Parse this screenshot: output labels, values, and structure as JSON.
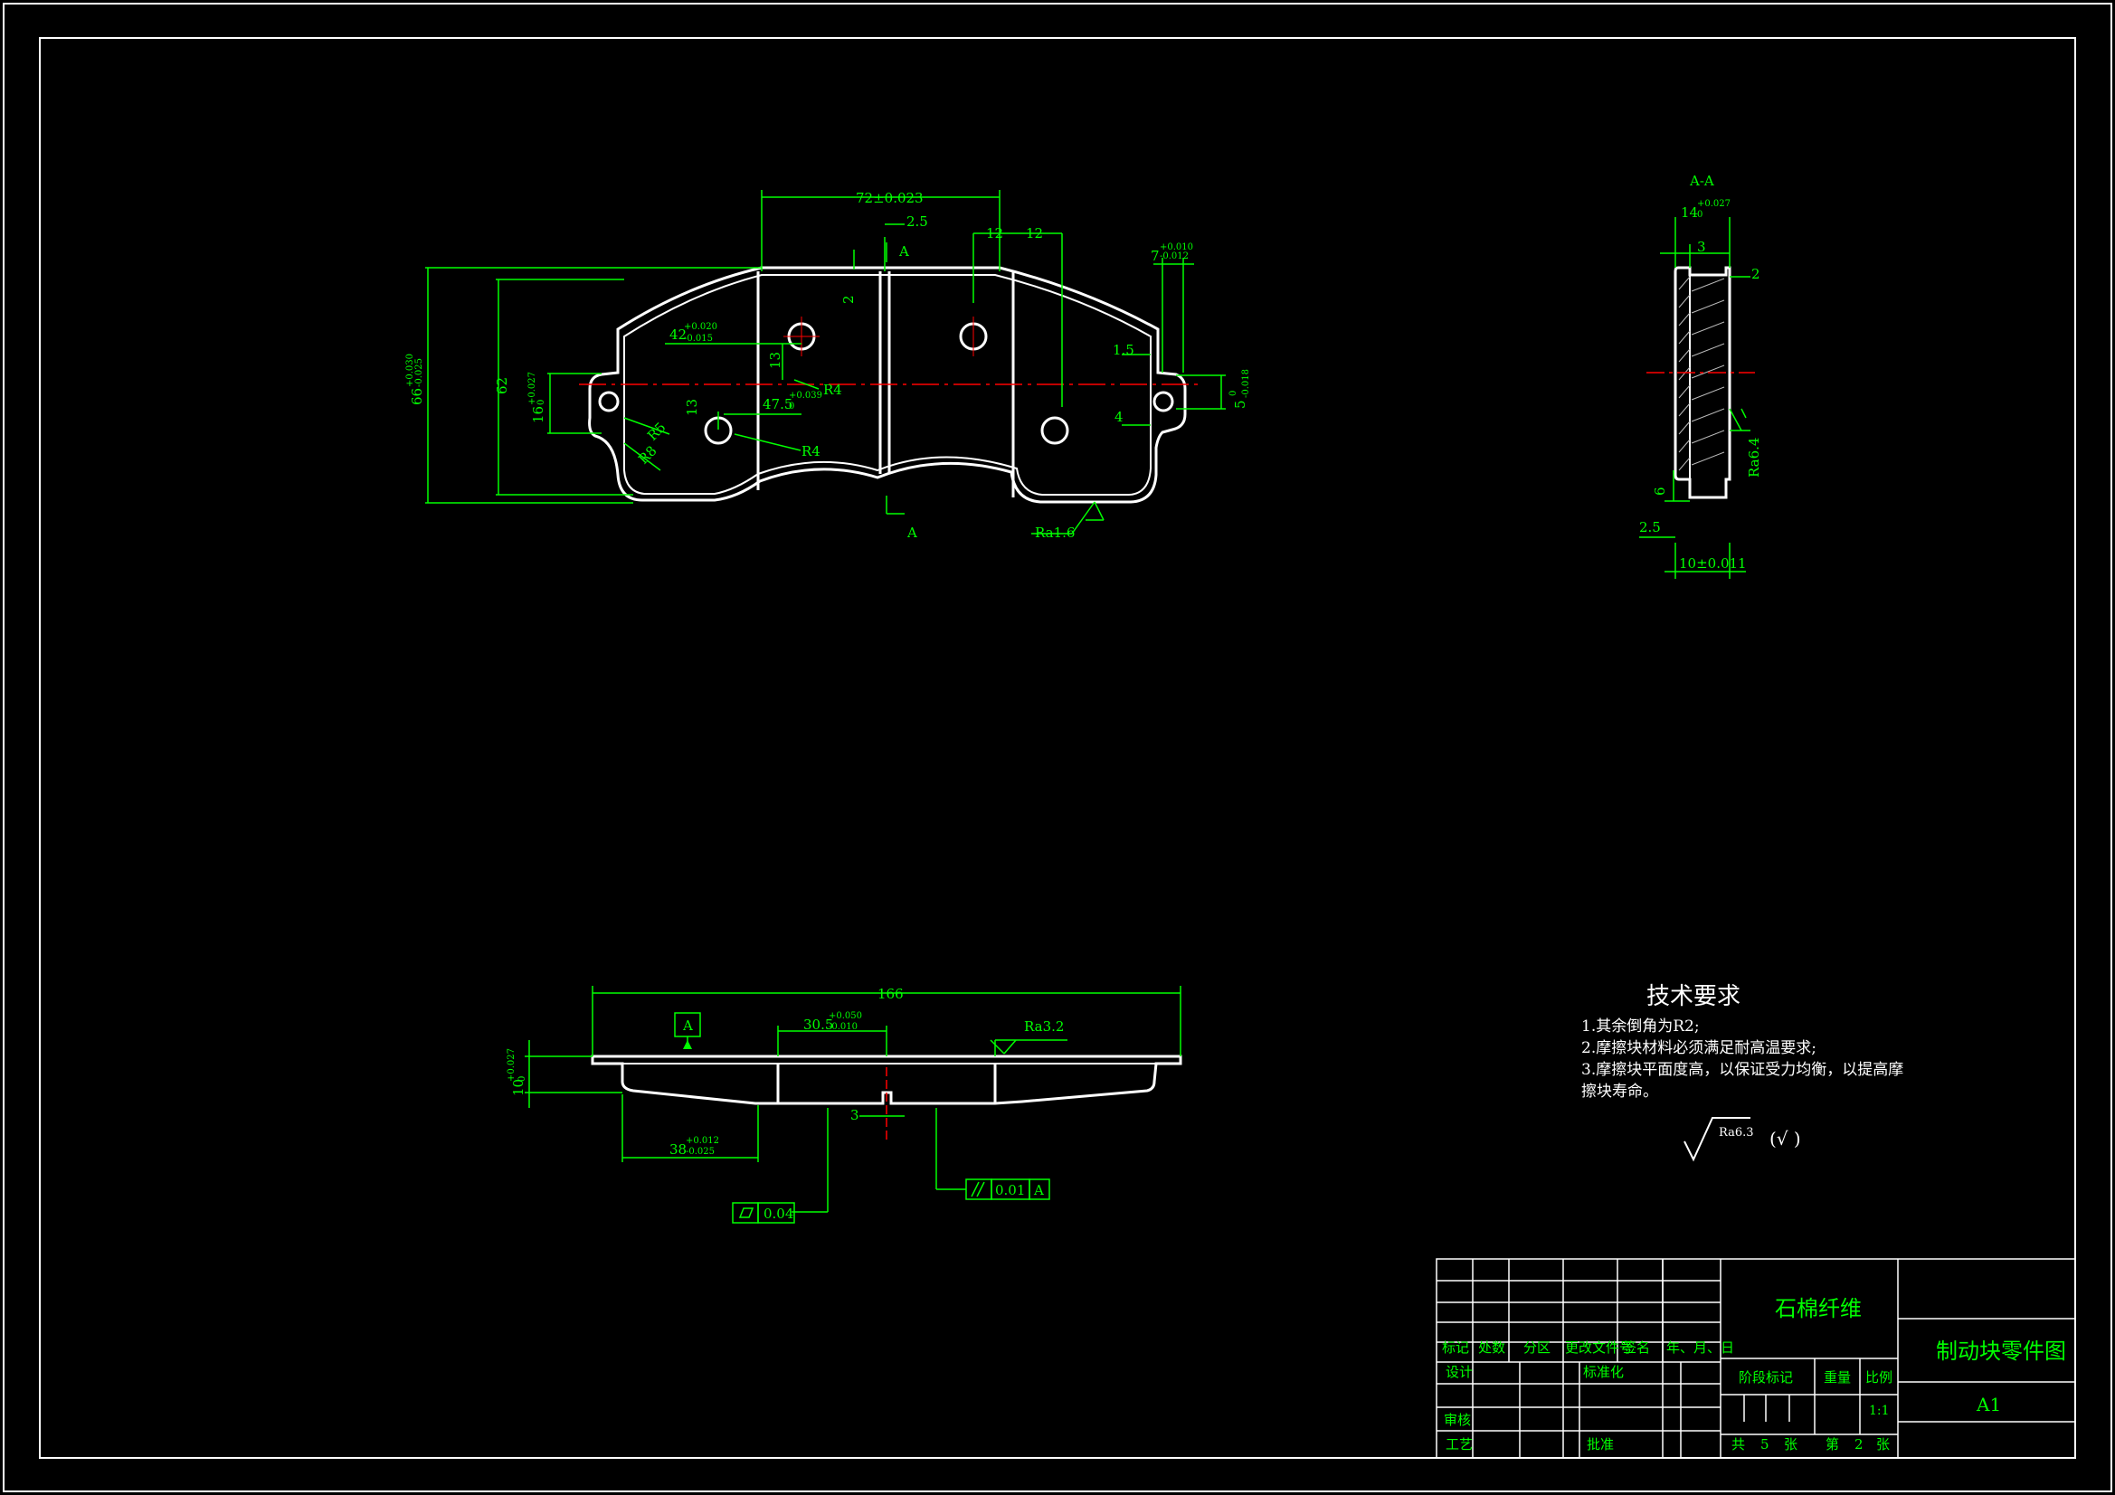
{
  "colors": {
    "background": "#000000",
    "outline": "#ffffff",
    "dimension": "#00ff00",
    "centerline": "#ff0000",
    "hatch": "#c0c0c0"
  },
  "front_view": {
    "dims": {
      "overall_width": "72±0.023",
      "offset_2_5": "2.5",
      "section_mark_top": "A",
      "section_mark_bottom": "A",
      "width_12a": "12",
      "width_12b": "12",
      "tol_7": "7",
      "tol_7_up": "+0.010",
      "tol_7_lo": "-0.012",
      "height_66": "66",
      "height_66_up": "+0.030",
      "height_66_lo": "-0.025",
      "height_62": "62",
      "hole_42": "42",
      "hole_42_up": "+0.020",
      "hole_42_lo": "-0.015",
      "dim_13a": "13",
      "dim_13b": "13",
      "dim_2": "2",
      "hole_47": "47.5",
      "hole_47_up": "+0.039",
      "hole_47_lo": "0",
      "dim_16": "16",
      "dim_16_up": "+0.027",
      "dim_16_lo": "0",
      "r4a": "R4",
      "r4b": "R4",
      "r5": "R5",
      "r8": "R8",
      "dim_1_5": "1.5",
      "dim_4": "4",
      "dim_5": "5",
      "dim_5_up": "0",
      "dim_5_lo": "-0.018",
      "roughness": "Ra1.6"
    }
  },
  "section_view": {
    "title": "A-A",
    "dims": {
      "dim_14": "14",
      "dim_14_up": "+0.027",
      "dim_14_lo": "0",
      "dim_3": "3",
      "dim_2": "2",
      "roughness": "Ra6.4",
      "dim_6": "6",
      "dim_2_5": "2.5",
      "dim_10": "10±0.011"
    }
  },
  "bottom_view": {
    "dims": {
      "length": "166",
      "datum": "A",
      "dim_30": "30.5",
      "dim_30_up": "+0.050",
      "dim_30_lo": "-0.010",
      "roughness": "Ra3.2",
      "thickness": "10",
      "thickness_up": "+0.027",
      "thickness_lo": "0",
      "dim_3": "3",
      "dim_38": "38",
      "dim_38_up": "+0.012",
      "dim_38_lo": "-0.025",
      "flatness_value": "0.04",
      "parallel_value": "0.01",
      "parallel_datum": "A"
    }
  },
  "tech_requirements": {
    "title": "技术要求",
    "items": [
      "1.其余倒角为R2;",
      "2.摩擦块材料必须满足耐高温要求;",
      "3.摩擦块平面度高，以保证受力均衡，以提高摩",
      "擦块寿命。"
    ],
    "roughness_symbol": "Ra6.3",
    "roughness_note": "(√   )"
  },
  "title_block": {
    "material": "石棉纤维",
    "drawing_title": "制动块零件图",
    "drawing_no": "A1",
    "header_labels": [
      "标记",
      "处数",
      "分区",
      "更改文件号",
      "签名",
      "年、月、日"
    ],
    "design": "设计",
    "standardize": "标准化",
    "review": "审核",
    "process": "工艺",
    "approve": "批准",
    "stage_mark": "阶段标记",
    "weight": "重量",
    "scale_label": "比例",
    "scale_value": "1:1",
    "sheets_total_prefix": "共",
    "sheets_total": "5",
    "sheets_unit1": "张",
    "sheet_no_prefix": "第",
    "sheet_no": "2",
    "sheets_unit2": "张"
  }
}
